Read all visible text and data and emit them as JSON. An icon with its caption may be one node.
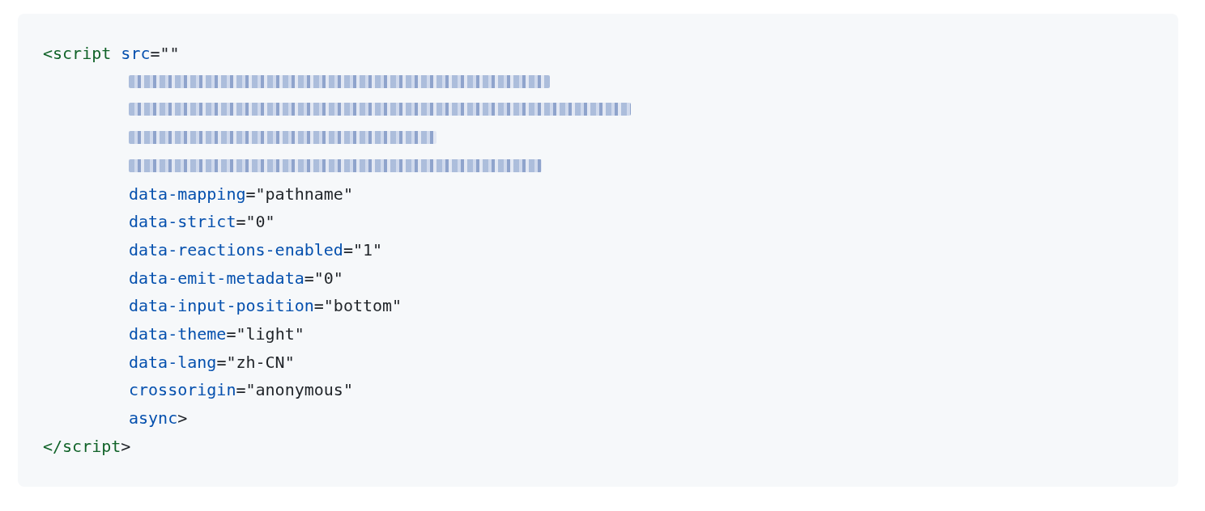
{
  "diagram": {
    "nodes": [
      {
        "text": [],
        "shape": "bar"
      },
      {
        "text": [],
        "shape": "bar"
      },
      {
        "text": [],
        "shape": "bar"
      },
      {
        "text": [],
        "shape": "bar"
      }
    ],
    "labels": [
      "<script src=\"\"",
      "data-mapping=\"pathname\"",
      "data-strict=\"0\"",
      "data-reactions-enabled=\"1\"",
      "data-emit-metadata=\"0\"",
      "data-input-position=\"bottom\"",
      "data-theme=\"light\"",
      "data-lang=\"zh-CN\"",
      "crossorigin=\"anonymous\"",
      "async>",
      "</script>"
    ]
  }
}
